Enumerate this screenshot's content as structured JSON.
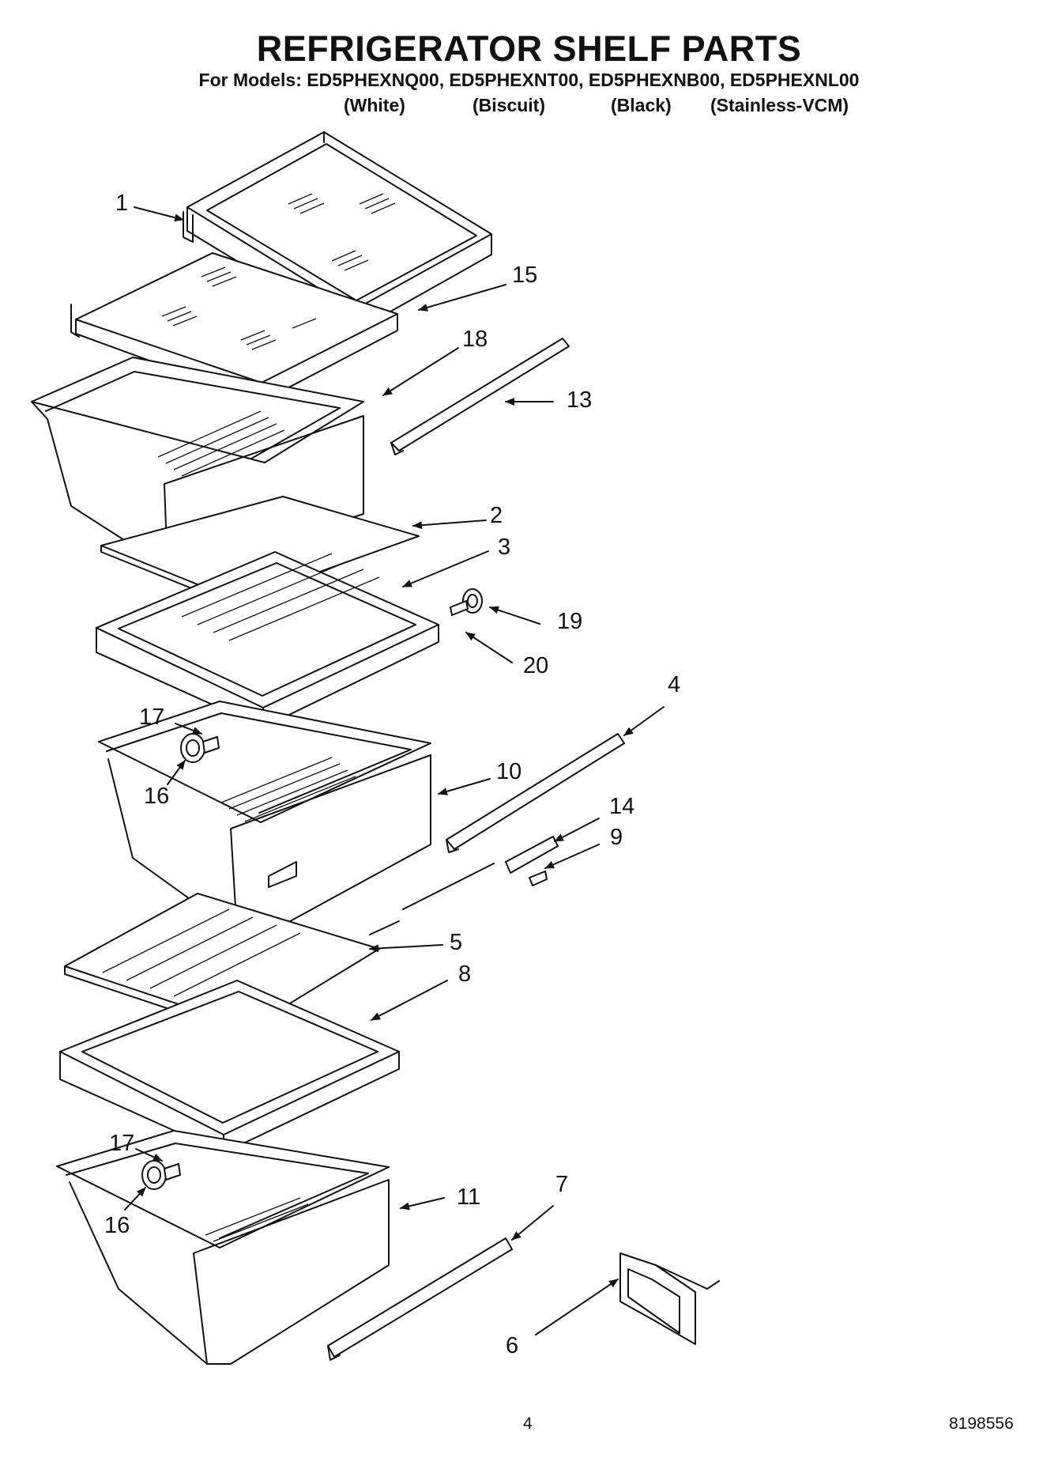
{
  "header": {
    "title": "REFRIGERATOR SHELF PARTS",
    "models_line": "For Models: ED5PHEXNQ00, ED5PHEXNT00, ED5PHEXNB00, ED5PHEXNL00",
    "variants": [
      "(White)",
      "(Biscuit)",
      "(Black)",
      "(Stainless-VCM)"
    ]
  },
  "callouts": {
    "c1": "1",
    "c15": "15",
    "c18": "18",
    "c13": "13",
    "c2": "2",
    "c3": "3",
    "c19": "19",
    "c20": "20",
    "c4": "4",
    "c17a": "17",
    "c16a": "16",
    "c10": "10",
    "c14": "14",
    "c9": "9",
    "c5": "5",
    "c8": "8",
    "c17b": "17",
    "c16b": "16",
    "c7": "7",
    "c11": "11",
    "c6": "6"
  },
  "footer": {
    "page_number": "4",
    "doc_number": "8198556"
  }
}
